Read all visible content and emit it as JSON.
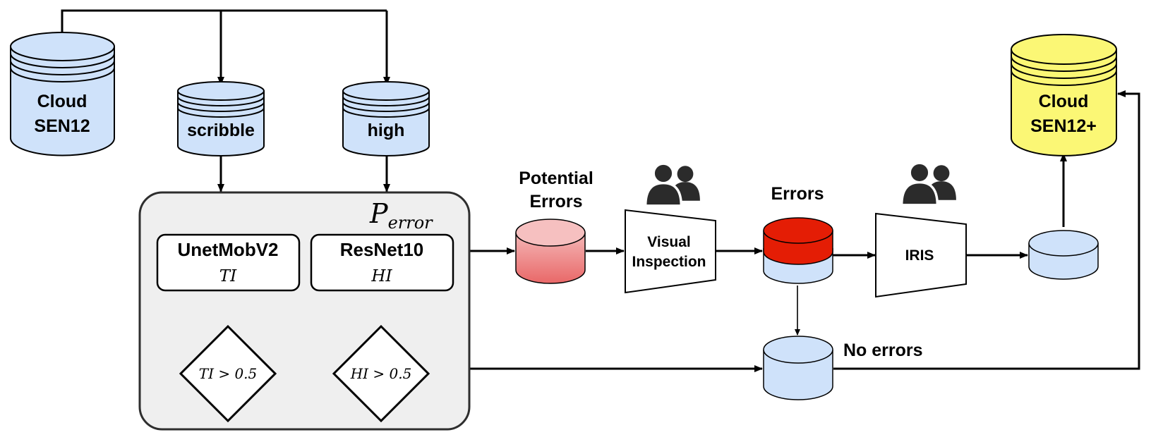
{
  "datasets": {
    "source": [
      "Cloud",
      "SEN12"
    ],
    "scribble": "scribble",
    "high": "high",
    "output": [
      "Cloud",
      "SEN12+"
    ]
  },
  "p_error": {
    "symbol": "P",
    "subscript": "error"
  },
  "models": [
    {
      "name": "UnetMobV2",
      "variable": "TI",
      "condition": "TI > 0.5"
    },
    {
      "name": "ResNet10",
      "variable": "HI",
      "condition": "HI > 0.5"
    }
  ],
  "stages": {
    "potential_errors": [
      "Potential",
      "Errors"
    ],
    "visual_inspection": [
      "Visual",
      "Inspection"
    ],
    "errors": "Errors",
    "iris": "IRIS",
    "no_errors": "No errors"
  },
  "colors": {
    "dataset_fill": "#cfe2fa",
    "output_fill": "#fbf775",
    "potential_errors_fill": "#ee8080",
    "errors_fill": "#e41d05",
    "panel_fill": "#efefef",
    "icon_color": "#2b2b2b"
  },
  "icons": {
    "reviewers": "people-group-icon"
  }
}
